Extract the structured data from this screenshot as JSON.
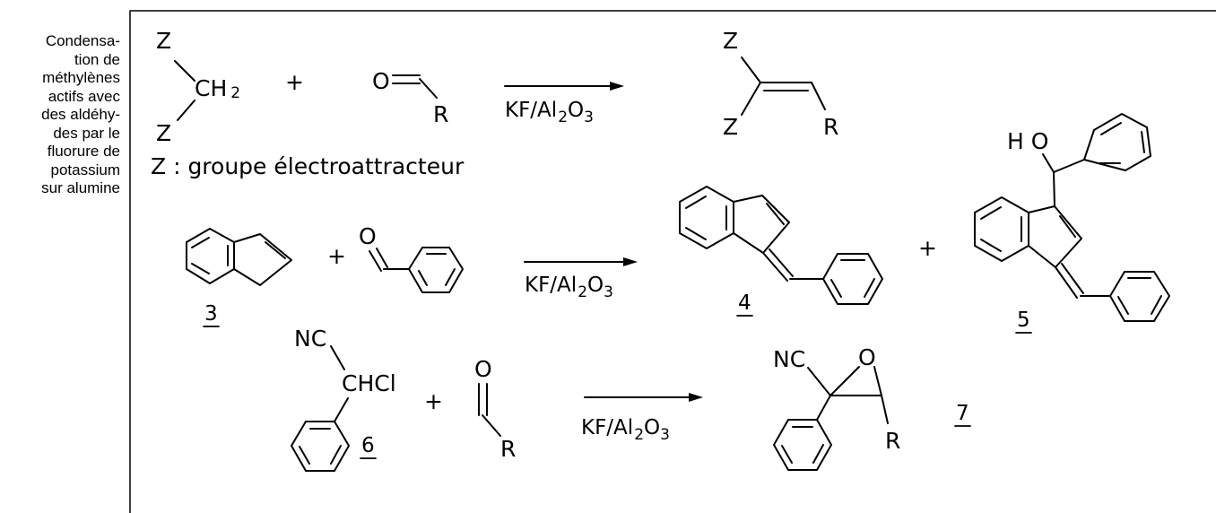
{
  "caption": {
    "lines": [
      "Condensa-",
      "tion de",
      "méthylènes",
      "actifs avec",
      "des aldéhy-",
      "des par le",
      "fluorure de",
      "potassium",
      "sur alumine"
    ]
  },
  "scheme": {
    "row1": {
      "z": "Z",
      "ch": "CH",
      "ch_sub": "2",
      "plus": "+",
      "o": "O",
      "r": "R",
      "reagent_main": "KF/Al",
      "reagent_sub": "2",
      "reagent_o": "O",
      "reagent_o_sub": "3",
      "note": "Z : groupe électroattracteur"
    },
    "row2": {
      "o": "O",
      "plus": "+",
      "ho": "H O",
      "reagent_main": "KF/Al",
      "reagent_sub": "2",
      "reagent_o": "O",
      "reagent_o_sub": "3",
      "label_3": "3",
      "label_4": "4",
      "label_5": "5"
    },
    "row3": {
      "nc": "NC",
      "chcl": "CHCl",
      "plus": "+",
      "o": "O",
      "r": "R",
      "reagent_main": "KF/Al",
      "reagent_sub": "2",
      "reagent_o": "O",
      "reagent_o_sub": "3",
      "label_6": "6",
      "label_7": "7"
    }
  }
}
